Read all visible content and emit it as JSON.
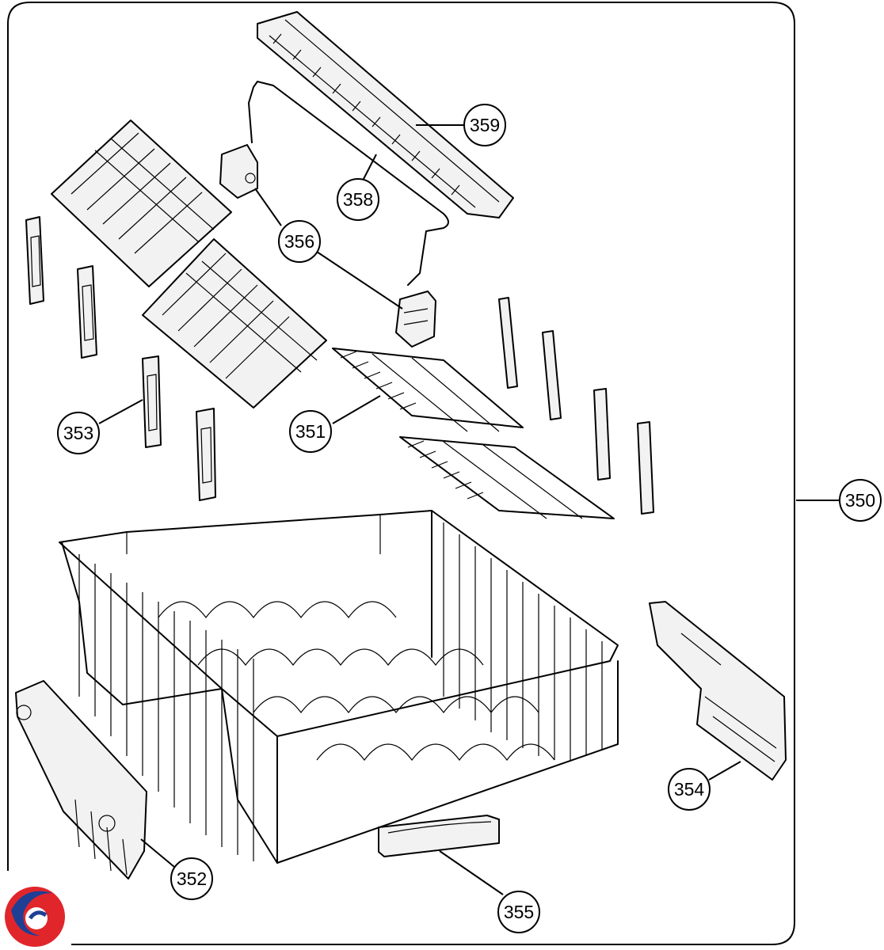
{
  "callouts": [
    {
      "id": "350",
      "label": "350"
    },
    {
      "id": "351",
      "label": "351"
    },
    {
      "id": "352",
      "label": "352"
    },
    {
      "id": "353",
      "label": "353"
    },
    {
      "id": "354",
      "label": "354"
    },
    {
      "id": "355",
      "label": "355"
    },
    {
      "id": "356",
      "label": "356"
    },
    {
      "id": "358",
      "label": "358"
    },
    {
      "id": "359",
      "label": "359"
    }
  ],
  "colors": {
    "line": "#000000",
    "part_fill": "#f2f2f2",
    "background": "#ffffff",
    "logo_red": "#e0262b",
    "logo_blue": "#1f3f95"
  },
  "icons": {
    "brand_logo": "swirl-logo-icon"
  }
}
